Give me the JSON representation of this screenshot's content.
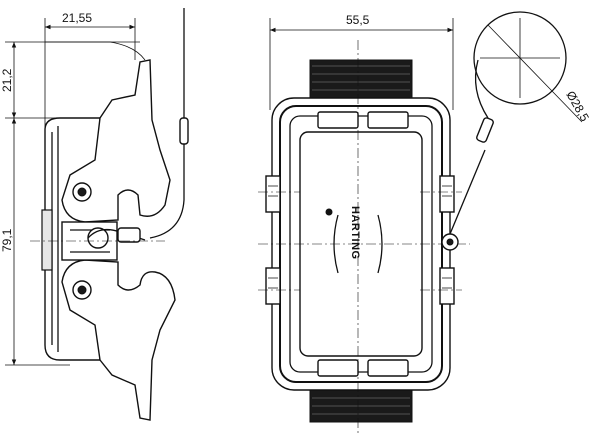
{
  "dimensions": {
    "side_width": "21,55",
    "side_top": "21,2",
    "side_height": "79,1",
    "front_width": "55,5",
    "ring_diameter": "Ø28,5"
  },
  "logo": {
    "text": "HARTING"
  }
}
